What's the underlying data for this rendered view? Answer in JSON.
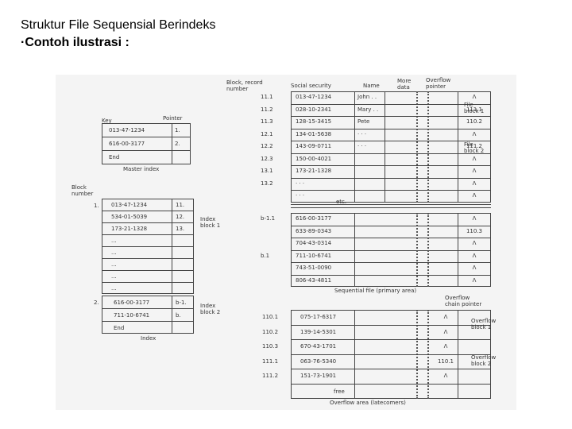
{
  "header": {
    "title": "Struktur File Sequensial Berindeks",
    "subtitle": "·Contoh ilustrasi :"
  },
  "master_index": {
    "col_key": "Key",
    "col_pointer": "Pointer",
    "rows": [
      {
        "key": "013-47-1234",
        "ptr": "1."
      },
      {
        "key": "616-00-3177",
        "ptr": "2."
      },
      {
        "key": "End",
        "ptr": ""
      }
    ],
    "caption": "Master index"
  },
  "index": {
    "block_label": "Block\nnumber",
    "block1_num": "1.",
    "block2_num": "2.",
    "block1_rows": [
      {
        "key": "013-47-1234",
        "ptr": "11."
      },
      {
        "key": "534-01-5039",
        "ptr": "12."
      },
      {
        "key": "173-21-1328",
        "ptr": "13."
      },
      {
        "key": "...",
        "ptr": ""
      },
      {
        "key": "...",
        "ptr": ""
      },
      {
        "key": "...",
        "ptr": ""
      },
      {
        "key": "...",
        "ptr": ""
      },
      {
        "key": "...",
        "ptr": ""
      }
    ],
    "block2_rows": [
      {
        "key": "616-00-3177",
        "ptr": "b-1."
      },
      {
        "key": "711-10-6741",
        "ptr": "b."
      },
      {
        "key": "End",
        "ptr": ""
      }
    ],
    "label_block1": "Index\nblock 1",
    "label_block2": "Index\nblock 2",
    "caption": "Index"
  },
  "sequential": {
    "hdr_block": "Block, record\nnumber",
    "hdr_ssn": "Social security",
    "hdr_name": "Name",
    "hdr_more": "More\ndata",
    "hdr_ovf": "Overflow\npointer",
    "rows1": [
      {
        "num": "11.1",
        "ssn": "013-47-1234",
        "name": "John . .",
        "ptr": "Λ"
      },
      {
        "num": "11.2",
        "ssn": "028-10-2341",
        "name": "Mary . .",
        "ptr": "111.1"
      },
      {
        "num": "11.3",
        "ssn": "128-15-3415",
        "name": "Pete",
        "ptr": "110.2"
      },
      {
        "num": "12.1",
        "ssn": "134-01-5638",
        "name": "· · ·",
        "ptr": "Λ"
      },
      {
        "num": "12.2",
        "ssn": "143-09-0711",
        "name": "· · ·",
        "ptr": "111.2"
      },
      {
        "num": "12.3",
        "ssn": "150-00-4021",
        "name": "",
        "ptr": "Λ"
      },
      {
        "num": "13.1",
        "ssn": "173-21-1328",
        "name": "",
        "ptr": "Λ"
      },
      {
        "num": "13.2",
        "ssn": "· · ·",
        "name": "",
        "ptr": "Λ"
      },
      {
        "num": "",
        "ssn": "· · ·",
        "name": "",
        "ptr": "Λ"
      }
    ],
    "etc": "etc.",
    "rows2": [
      {
        "num": "b-1.1",
        "ssn": "616-00-3177",
        "ptr": "Λ"
      },
      {
        "num": "",
        "ssn": "633-89-0343",
        "ptr": "110.3"
      },
      {
        "num": "",
        "ssn": "704-43-0314",
        "ptr": "Λ"
      },
      {
        "num": "b.1",
        "ssn": "711-10-6741",
        "ptr": "Λ"
      },
      {
        "num": "",
        "ssn": "743-51-0090",
        "ptr": "Λ"
      },
      {
        "num": "",
        "ssn": "806-43-4811",
        "ptr": "Λ"
      }
    ],
    "label_file1": "File\nblock 1",
    "label_file2": "File\nblock 2",
    "caption": "Sequential file (primary area)"
  },
  "overflow": {
    "hdr_ptr": "Overflow\nchain pointer",
    "rows": [
      {
        "num": "110.1",
        "ssn": "075-17-6317",
        "ptr": "Λ"
      },
      {
        "num": "110.2",
        "ssn": "139-14-5301",
        "ptr": "Λ"
      },
      {
        "num": "110.3",
        "ssn": "670-43-1701",
        "ptr": "Λ"
      },
      {
        "num": "111.1",
        "ssn": "063-76-5340",
        "ptr": "110.1"
      },
      {
        "num": "111.2",
        "ssn": "151-73-1901",
        "ptr": "Λ"
      },
      {
        "num": "",
        "ssn": "free",
        "ptr": ""
      }
    ],
    "label_block1": "Overflow\nblock 1",
    "label_block2": "Overflow\nblock 2",
    "caption": "Overflow area (latecomers)"
  }
}
